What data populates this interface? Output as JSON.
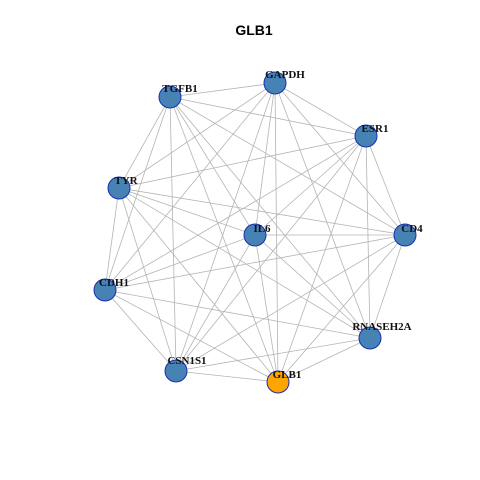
{
  "title": "GLB1",
  "colors": {
    "node_fill": "#4682b4",
    "node_stroke": "#1a2fb0",
    "highlight_fill": "#ffa500",
    "highlight_stroke": "#1a2fb0",
    "edge": "#b4b4b4"
  },
  "network": {
    "nodes": [
      {
        "id": "GAPDH",
        "label": "GAPDH",
        "highlight": false
      },
      {
        "id": "TGFB1",
        "label": "TGFB1",
        "highlight": false
      },
      {
        "id": "ESR1",
        "label": "ESR1",
        "highlight": false
      },
      {
        "id": "TYR",
        "label": "TYR",
        "highlight": false
      },
      {
        "id": "IL6",
        "label": "IL6",
        "highlight": false
      },
      {
        "id": "CD4",
        "label": "CD4",
        "highlight": false
      },
      {
        "id": "CDH1",
        "label": "CDH1",
        "highlight": false
      },
      {
        "id": "RNASEH2A",
        "label": "RNASEH2A",
        "highlight": false
      },
      {
        "id": "CSN1S1",
        "label": "CSN1S1",
        "highlight": false
      },
      {
        "id": "GLB1",
        "label": "GLB1",
        "highlight": true
      }
    ],
    "edges": [
      [
        "GAPDH",
        "TGFB1"
      ],
      [
        "GAPDH",
        "ESR1"
      ],
      [
        "GAPDH",
        "CD4"
      ],
      [
        "GAPDH",
        "TYR"
      ],
      [
        "GAPDH",
        "CDH1"
      ],
      [
        "GAPDH",
        "CSN1S1"
      ],
      [
        "GAPDH",
        "GLB1"
      ],
      [
        "GAPDH",
        "RNASEH2A"
      ],
      [
        "GAPDH",
        "IL6"
      ],
      [
        "TGFB1",
        "ESR1"
      ],
      [
        "TGFB1",
        "TYR"
      ],
      [
        "TGFB1",
        "CDH1"
      ],
      [
        "TGFB1",
        "CSN1S1"
      ],
      [
        "TGFB1",
        "GLB1"
      ],
      [
        "TGFB1",
        "CD4"
      ],
      [
        "TGFB1",
        "RNASEH2A"
      ],
      [
        "TGFB1",
        "IL6"
      ],
      [
        "ESR1",
        "TYR"
      ],
      [
        "ESR1",
        "CD4"
      ],
      [
        "ESR1",
        "IL6"
      ],
      [
        "ESR1",
        "CDH1"
      ],
      [
        "ESR1",
        "CSN1S1"
      ],
      [
        "ESR1",
        "GLB1"
      ],
      [
        "ESR1",
        "RNASEH2A"
      ],
      [
        "TYR",
        "IL6"
      ],
      [
        "TYR",
        "CD4"
      ],
      [
        "TYR",
        "CDH1"
      ],
      [
        "TYR",
        "CSN1S1"
      ],
      [
        "TYR",
        "GLB1"
      ],
      [
        "TYR",
        "RNASEH2A"
      ],
      [
        "IL6",
        "CD4"
      ],
      [
        "IL6",
        "CDH1"
      ],
      [
        "IL6",
        "CSN1S1"
      ],
      [
        "IL6",
        "GLB1"
      ],
      [
        "IL6",
        "RNASEH2A"
      ],
      [
        "CD4",
        "CDH1"
      ],
      [
        "CD4",
        "CSN1S1"
      ],
      [
        "CD4",
        "GLB1"
      ],
      [
        "CD4",
        "RNASEH2A"
      ],
      [
        "CDH1",
        "CSN1S1"
      ],
      [
        "CDH1",
        "GLB1"
      ],
      [
        "CDH1",
        "RNASEH2A"
      ],
      [
        "CSN1S1",
        "GLB1"
      ],
      [
        "CSN1S1",
        "RNASEH2A"
      ],
      [
        "RNASEH2A",
        "GLB1"
      ]
    ]
  }
}
